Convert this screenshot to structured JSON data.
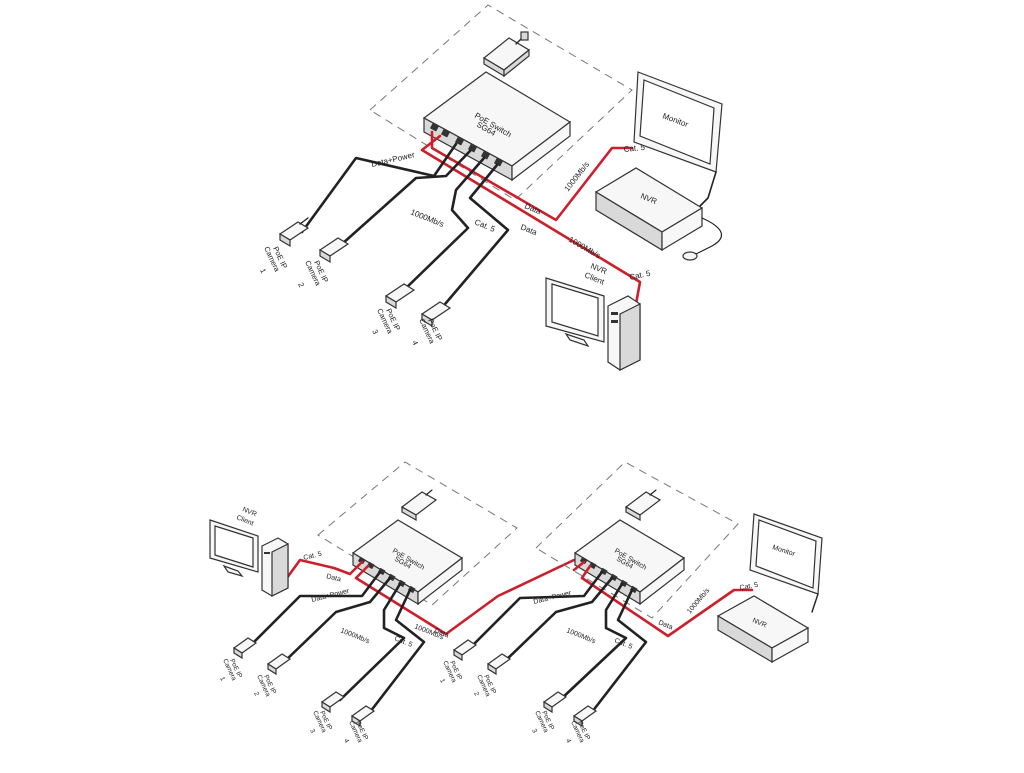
{
  "colors": {
    "data_line": "#cc1f2b",
    "power_line": "#222222",
    "background": "#ffffff"
  },
  "top_diagram": {
    "switch": {
      "line1": "PoE Switch",
      "line2": "SG64"
    },
    "monitor_label": "Monitor",
    "nvr_label": "NVR",
    "nvr_client": {
      "line1": "NVR",
      "line2": "Client"
    },
    "link_labels": {
      "data_power": "Data+Power",
      "speed_cam": "1000Mb/s",
      "cat5_cam": "Cat. 5",
      "data_nvr": "Data",
      "speed_nvr": "1000Mb/s",
      "cat5_nvr": "Cat. 5",
      "data_client": "Data",
      "speed_client": "1000Mb/s",
      "cat5_client": "Cat. 5"
    },
    "cameras": [
      {
        "line1": "PoE IP",
        "line2": "Camera",
        "line3": "1"
      },
      {
        "line1": "PoE IP",
        "line2": "Camera",
        "line3": "2"
      },
      {
        "line1": "PoE IP",
        "line2": "Camera",
        "line3": "3"
      },
      {
        "line1": "PoE IP",
        "line2": "Camera",
        "line3": "4"
      }
    ]
  },
  "bottom_left_diagram": {
    "switch": {
      "line1": "PoE Switch",
      "line2": "SG64"
    },
    "nvr_client": {
      "line1": "NVR",
      "line2": "Client"
    },
    "link_labels": {
      "cat5_client": "Cat. 5",
      "data_client": "Data",
      "data_power": "Data+Power",
      "speed_cam": "1000Mb/s",
      "cat5_cam": "Cat. 5",
      "speed_uplink": "1000Mb/s",
      "data_uplink": "Data"
    },
    "cameras": [
      {
        "line1": "PoE IP",
        "line2": "Camera",
        "line3": "1"
      },
      {
        "line1": "PoE IP",
        "line2": "Camera",
        "line3": "2"
      },
      {
        "line1": "PoE IP",
        "line2": "Camera",
        "line3": "3"
      },
      {
        "line1": "PoE IP",
        "line2": "Camera",
        "line3": "4"
      }
    ]
  },
  "bottom_right_diagram": {
    "switch": {
      "line1": "PoE Switch",
      "line2": "SG64"
    },
    "monitor_label": "Monitor",
    "nvr_label": "NVR",
    "link_labels": {
      "data_power": "Data+Power",
      "speed_cam": "1000Mb/s",
      "cat5_cam": "Cat. 5",
      "speed_nvr": "1000Mb/s",
      "cat5_nvr": "Cat. 5",
      "data_nvr": "Data"
    },
    "cameras": [
      {
        "line1": "PoE IP",
        "line2": "Camera",
        "line3": "1"
      },
      {
        "line1": "PoE IP",
        "line2": "Camera",
        "line3": "2"
      },
      {
        "line1": "PoE IP",
        "line2": "Camera",
        "line3": "3"
      },
      {
        "line1": "PoE IP",
        "line2": "Camera",
        "line3": "4"
      }
    ]
  }
}
